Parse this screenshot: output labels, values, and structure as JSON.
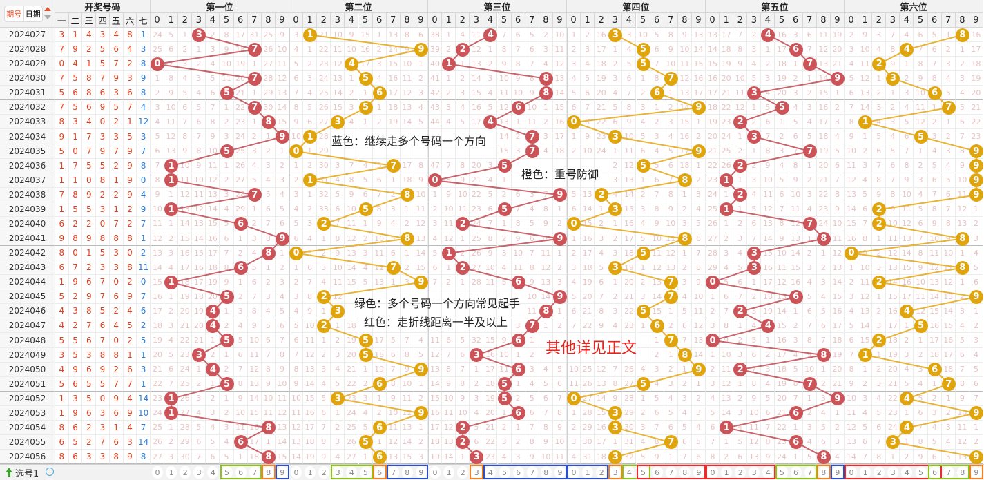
{
  "header": {
    "period_tab": "期号",
    "date_tab": "日期",
    "draw_title": "开奖号码",
    "draw_cols": [
      "一",
      "二",
      "三",
      "四",
      "五",
      "六",
      "七"
    ],
    "panels": [
      "第一位",
      "第二位",
      "第三位",
      "第四位",
      "第五位",
      "第六位"
    ],
    "digits": [
      "0",
      "1",
      "2",
      "3",
      "4",
      "5",
      "6",
      "7",
      "8",
      "9"
    ]
  },
  "rows": [
    {
      "period": "2024027",
      "draw": [
        3,
        1,
        4,
        3,
        4,
        8,
        1
      ]
    },
    {
      "period": "2024028",
      "draw": [
        7,
        9,
        2,
        5,
        6,
        4,
        3
      ]
    },
    {
      "period": "2024029",
      "draw": [
        0,
        4,
        1,
        5,
        7,
        2,
        8
      ]
    },
    {
      "period": "2024030",
      "draw": [
        7,
        5,
        8,
        7,
        9,
        3,
        9
      ]
    },
    {
      "period": "2024031",
      "draw": [
        5,
        6,
        8,
        6,
        3,
        6,
        8
      ]
    },
    {
      "period": "2024032",
      "draw": [
        7,
        5,
        6,
        9,
        5,
        7,
        4
      ]
    },
    {
      "period": "2024033",
      "draw": [
        8,
        3,
        4,
        0,
        2,
        1,
        12
      ]
    },
    {
      "period": "2024034",
      "draw": [
        9,
        1,
        7,
        3,
        3,
        5,
        3
      ]
    },
    {
      "period": "2024035",
      "draw": [
        5,
        0,
        7,
        9,
        7,
        9,
        7
      ]
    },
    {
      "period": "2024036",
      "draw": [
        1,
        7,
        5,
        5,
        2,
        9,
        8
      ]
    },
    {
      "period": "2024037",
      "draw": [
        1,
        1,
        0,
        8,
        1,
        9,
        0
      ]
    },
    {
      "period": "2024038",
      "draw": [
        7,
        8,
        9,
        2,
        2,
        9,
        4
      ]
    },
    {
      "period": "2024039",
      "draw": [
        1,
        5,
        5,
        3,
        1,
        2,
        9
      ]
    },
    {
      "period": "2024040",
      "draw": [
        6,
        2,
        2,
        0,
        7,
        2,
        7
      ]
    },
    {
      "period": "2024041",
      "draw": [
        9,
        8,
        9,
        8,
        8,
        8,
        1
      ]
    },
    {
      "period": "2024042",
      "draw": [
        8,
        0,
        1,
        5,
        3,
        0,
        2
      ]
    },
    {
      "period": "2024043",
      "draw": [
        6,
        7,
        2,
        3,
        3,
        8,
        11
      ]
    },
    {
      "period": "2024044",
      "draw": [
        1,
        9,
        6,
        7,
        0,
        2,
        0
      ]
    },
    {
      "period": "2024045",
      "draw": [
        5,
        2,
        9,
        7,
        6,
        9,
        7
      ]
    },
    {
      "period": "2024046",
      "draw": [
        4,
        3,
        8,
        5,
        2,
        4,
        6
      ]
    },
    {
      "period": "2024047",
      "draw": [
        4,
        2,
        7,
        6,
        4,
        5,
        2
      ]
    },
    {
      "period": "2024048",
      "draw": [
        5,
        5,
        6,
        7,
        0,
        2,
        5
      ]
    },
    {
      "period": "2024049",
      "draw": [
        3,
        5,
        3,
        8,
        8,
        1,
        1
      ]
    },
    {
      "period": "2024050",
      "draw": [
        4,
        9,
        6,
        9,
        2,
        6,
        3
      ]
    },
    {
      "period": "2024051",
      "draw": [
        5,
        6,
        5,
        5,
        7,
        7,
        1
      ]
    },
    {
      "period": "2024052",
      "draw": [
        1,
        3,
        5,
        0,
        9,
        4,
        14
      ]
    },
    {
      "period": "2024053",
      "draw": [
        1,
        9,
        6,
        3,
        6,
        9,
        10
      ]
    },
    {
      "period": "2024054",
      "draw": [
        8,
        6,
        2,
        3,
        1,
        4,
        7
      ]
    },
    {
      "period": "2024055",
      "draw": [
        6,
        5,
        2,
        7,
        6,
        3,
        14
      ]
    },
    {
      "period": "2024056",
      "draw": [
        8,
        6,
        3,
        3,
        8,
        9,
        8
      ]
    }
  ],
  "initial_omission": [
    [
      24,
      5,
      1,
      0,
      2,
      8,
      17,
      31,
      25,
      9
    ],
    [
      3,
      0,
      21,
      10,
      9,
      15,
      1,
      13,
      8,
      6
    ],
    [
      38,
      1,
      4,
      11,
      0,
      7,
      6,
      5,
      2,
      10
    ],
    [
      1,
      2,
      16,
      0,
      3,
      10,
      5,
      8,
      9,
      13
    ],
    [
      13,
      17,
      7,
      2,
      0,
      16,
      3,
      6,
      11,
      19
    ],
    [
      2,
      9,
      3,
      7,
      4,
      6,
      5,
      1,
      0,
      16
    ]
  ],
  "annotations": [
    {
      "text": "蓝色：继续走多个号码一个方向"
    },
    {
      "text": "橙色：重号防御"
    },
    {
      "text": "绿色：多个号码一个方向常见起手"
    },
    {
      "text": "红色：走折线距离一半及以上"
    },
    {
      "text": "其他详见正文"
    }
  ],
  "footer": {
    "label": "选号1",
    "boxes": [
      {
        "panel": 0,
        "from": 5,
        "to": 7,
        "color": "#8cc21a"
      },
      {
        "panel": 0,
        "from": 8,
        "to": 8,
        "color": "#f08020"
      },
      {
        "panel": 0,
        "from": 9,
        "to": 9,
        "color": "#2c4fc8"
      },
      {
        "panel": 1,
        "from": 3,
        "to": 5,
        "color": "#8cc21a"
      },
      {
        "panel": 1,
        "from": 6,
        "to": 6,
        "color": "#f08020"
      },
      {
        "panel": 1,
        "from": 7,
        "to": 9,
        "color": "#2c4fc8"
      },
      {
        "panel": 2,
        "from": 3,
        "to": 3,
        "color": "#f08020"
      },
      {
        "panel": 2,
        "from": 4,
        "to": 9,
        "color": "#2c4fc8"
      },
      {
        "panel": 3,
        "from": 0,
        "to": 2,
        "color": "#2c4fc8"
      },
      {
        "panel": 3,
        "from": 3,
        "to": 3,
        "color": "#f08020"
      },
      {
        "panel": 3,
        "from": 4,
        "to": 5,
        "color": "#8cc21a"
      },
      {
        "panel": 3,
        "from": 5,
        "to": 9,
        "color": "#ee2b2b"
      },
      {
        "panel": 4,
        "from": 0,
        "to": 4,
        "color": "#ee2b2b"
      },
      {
        "panel": 4,
        "from": 5,
        "to": 7,
        "color": "#8cc21a"
      },
      {
        "panel": 4,
        "from": 8,
        "to": 8,
        "color": "#f08020"
      },
      {
        "panel": 4,
        "from": 9,
        "to": 9,
        "color": "#2c4fc8"
      },
      {
        "panel": 5,
        "from": 0,
        "to": 6,
        "color": "#ee2b2b"
      },
      {
        "panel": 5,
        "from": 6,
        "to": 8,
        "color": "#8cc21a"
      },
      {
        "panel": 5,
        "from": 9,
        "to": 9,
        "color": "#f08020"
      }
    ]
  },
  "colors": {
    "ball_red": "#cc5459",
    "ball_gold": "#e0a40c",
    "line_red": "#c8646b",
    "line_gold": "#e8b335",
    "draw_main": "#e0401e",
    "draw_special": "#2a7fe0",
    "note_big": "#e8231e"
  }
}
